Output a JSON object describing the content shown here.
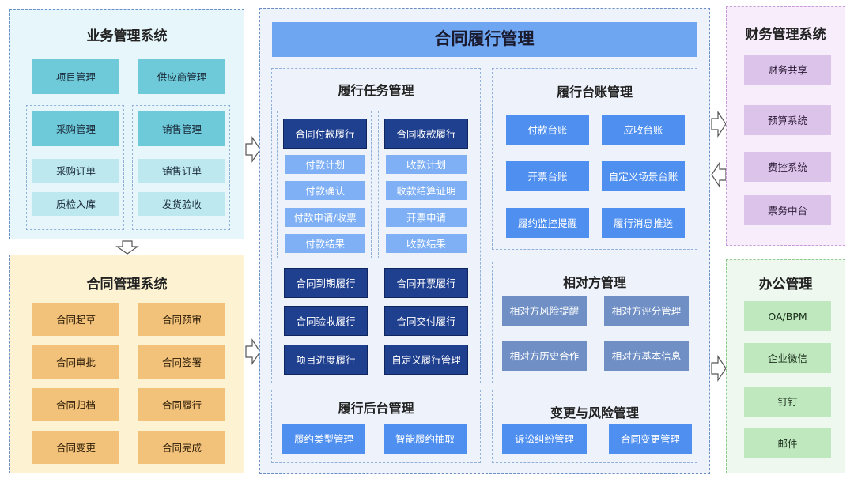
{
  "business": {
    "title": "业务管理系统",
    "items": [
      "项目管理",
      "供应商管理"
    ],
    "purchase": {
      "head": "采购管理",
      "items": [
        "采购订单",
        "质检入库"
      ]
    },
    "sales": {
      "head": "销售管理",
      "items": [
        "销售订单",
        "发货验收"
      ]
    }
  },
  "contract_mgmt": {
    "title": "合同管理系统",
    "items": [
      "合同起草",
      "合同预审",
      "合同审批",
      "合同签署",
      "合同归档",
      "合同履行",
      "合同变更",
      "合同完成"
    ]
  },
  "center": {
    "title": "合同履行管理",
    "task": {
      "title": "履行任务管理",
      "pay": {
        "head": "合同付款履行",
        "items": [
          "付款计划",
          "付款确认",
          "付款申请/收票",
          "付款结果"
        ]
      },
      "receive": {
        "head": "合同收款履行",
        "items": [
          "收款计划",
          "收款结算证明",
          "开票申请",
          "收款结果"
        ]
      },
      "others": [
        "合同到期履行",
        "合同开票履行",
        "合同验收履行",
        "合同交付履行",
        "项目进度履行",
        "自定义履行管理"
      ]
    },
    "ledger": {
      "title": "履行台账管理",
      "items": [
        "付款台账",
        "应收台账",
        "开票台账",
        "自定义场景台账",
        "履约监控提醒",
        "履行消息推送"
      ]
    },
    "counterparty": {
      "title": "相对方管理",
      "items": [
        "相对方风险提醒",
        "相对方评分管理",
        "相对方历史合作",
        "相对方基本信息"
      ]
    },
    "backend": {
      "title": "履行后台管理",
      "items": [
        "履约类型管理",
        "智能履约抽取"
      ]
    },
    "risk": {
      "title": "变更与风险管理",
      "items": [
        "诉讼纠纷管理",
        "合同变更管理"
      ]
    }
  },
  "finance": {
    "title": "财务管理系统",
    "items": [
      "财务共享",
      "预算系统",
      "费控系统",
      "票务中台"
    ]
  },
  "office": {
    "title": "办公管理",
    "items": [
      "OA/BPM",
      "企业微信",
      "钉钉",
      "邮件"
    ]
  },
  "colors": {
    "business_bg": "#e6f6fb",
    "contract_bg": "#fdf3d3",
    "center_bg": "#eef3fb",
    "finance_bg": "#f8eefb",
    "office_bg": "#eef8ee",
    "header_bar": "#6fa6f2"
  }
}
